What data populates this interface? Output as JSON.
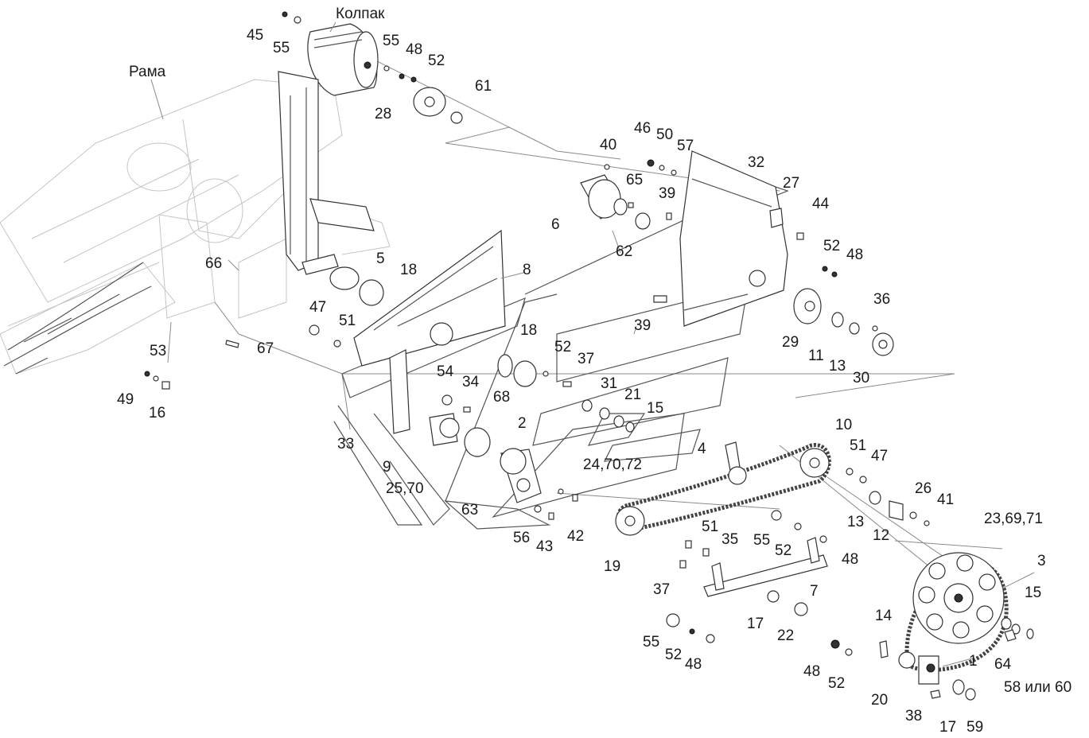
{
  "labels": {
    "kolpak": "Колпак",
    "rama": "Рама",
    "l45": "45",
    "l55a": "55",
    "l55b": "55",
    "l48a": "48",
    "l52a": "52",
    "l61": "61",
    "l28": "28",
    "l66": "66",
    "l67": "67",
    "l53": "53",
    "l49": "49",
    "l16": "16",
    "l5": "5",
    "l18a": "18",
    "l47a": "47",
    "l51a": "51",
    "l8": "8",
    "l18b": "18",
    "l52b": "52",
    "l37a": "37",
    "l54": "54",
    "l34": "34",
    "l68": "68",
    "l33": "33",
    "l9": "9",
    "l2570": "25,70",
    "l63": "63",
    "l2": "2",
    "l56": "56",
    "l43": "43",
    "l42": "42",
    "l31": "31",
    "l21": "21",
    "l15a": "15",
    "l247072": "24,70,72",
    "l4": "4",
    "l6": "6",
    "l40": "40",
    "l46": "46",
    "l50": "50",
    "l57": "57",
    "l65": "65",
    "l39a": "39",
    "l62": "62",
    "l39b": "39",
    "l32": "32",
    "l27": "27",
    "l44": "44",
    "l52c": "52",
    "l48b": "48",
    "l29": "29",
    "l11": "11",
    "l13a": "13",
    "l36": "36",
    "l30": "30",
    "l10": "10",
    "l51b": "51",
    "l47b": "47",
    "l26": "26",
    "l41": "41",
    "l13b": "13",
    "l12": "12",
    "l19": "19",
    "l51c": "51",
    "l35": "35",
    "l55c": "55",
    "l52d": "52",
    "l48c": "48",
    "l37b": "37",
    "l7": "7",
    "l17a": "17",
    "l22": "22",
    "l55d": "55",
    "l52e": "52",
    "l48d": "48",
    "l236971": "23,69,71",
    "l3": "3",
    "l15b": "15",
    "l14": "14",
    "l64": "64",
    "l5860": "58 или 60",
    "l1": "1",
    "l48e": "48",
    "l52f": "52",
    "l20": "20",
    "l38": "38",
    "l17b": "17",
    "l59": "59"
  }
}
